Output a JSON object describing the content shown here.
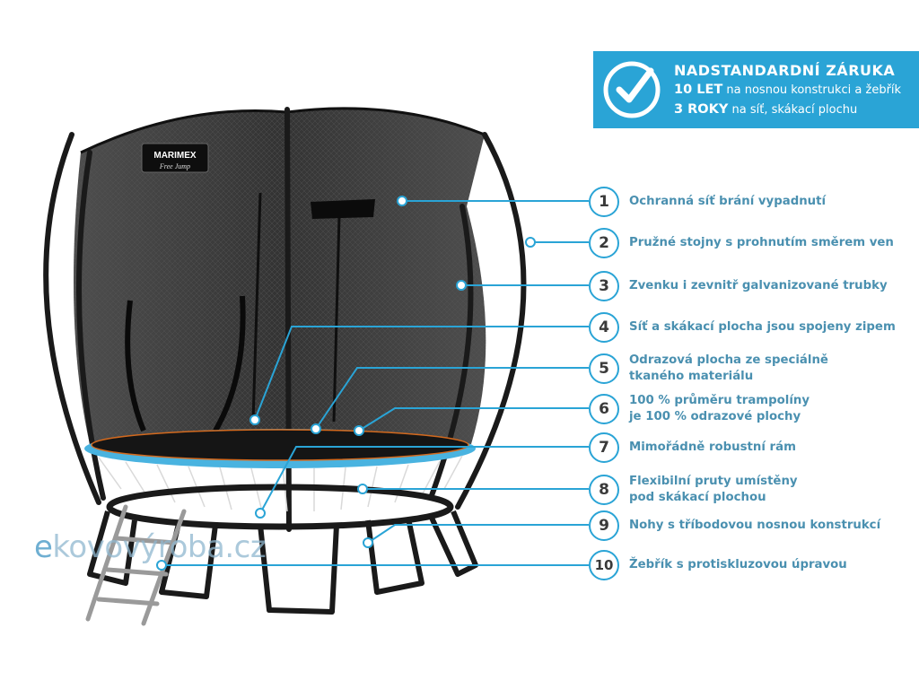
{
  "warranty": {
    "title": "NADSTANDARDNÍ ZÁRUKA",
    "line1_strong": "10 LET",
    "line1_rest": " na nosnou konstrukci a žebřík",
    "line2_strong": "3 ROKY",
    "line2_rest": " na síť, skákací plochu",
    "icon": "check-circle-icon"
  },
  "features": [
    {
      "number": "1",
      "lines": [
        "Ochranná síť brání vypadnutí"
      ]
    },
    {
      "number": "2",
      "lines": [
        "Pružné stojny s prohnutím směrem ven"
      ]
    },
    {
      "number": "3",
      "lines": [
        "Zvenku i zevnitř galvanizované trubky"
      ]
    },
    {
      "number": "4",
      "lines": [
        "Síť a skákací plocha jsou spojeny zipem"
      ]
    },
    {
      "number": "5",
      "lines": [
        "Odrazová plocha ze speciálně",
        "tkaného materiálu"
      ]
    },
    {
      "number": "6",
      "lines": [
        "100 % průměru trampolíny",
        "je 100 % odrazové plochy"
      ]
    },
    {
      "number": "7",
      "lines": [
        "Mimořádně robustní rám"
      ]
    },
    {
      "number": "8",
      "lines": [
        "Flexibilní pruty umístěny",
        "pod skákací plochou"
      ]
    },
    {
      "number": "9",
      "lines": [
        "Nohy s tříbodovou nosnou konstrukcí"
      ]
    },
    {
      "number": "10",
      "lines": [
        "Žebřík s protiskluzovou úpravou"
      ]
    }
  ],
  "brand": {
    "name": "MARIMEX",
    "sub": "Free Jump"
  },
  "watermark": {
    "e": "e",
    "rest": "kovovýroba.cz"
  },
  "colors": {
    "accent": "#2aa4d6",
    "feature_text": "#4a90b0",
    "net": "#1c1c1c",
    "frame": "#1a1a1a",
    "pad": "#49b3e0"
  }
}
